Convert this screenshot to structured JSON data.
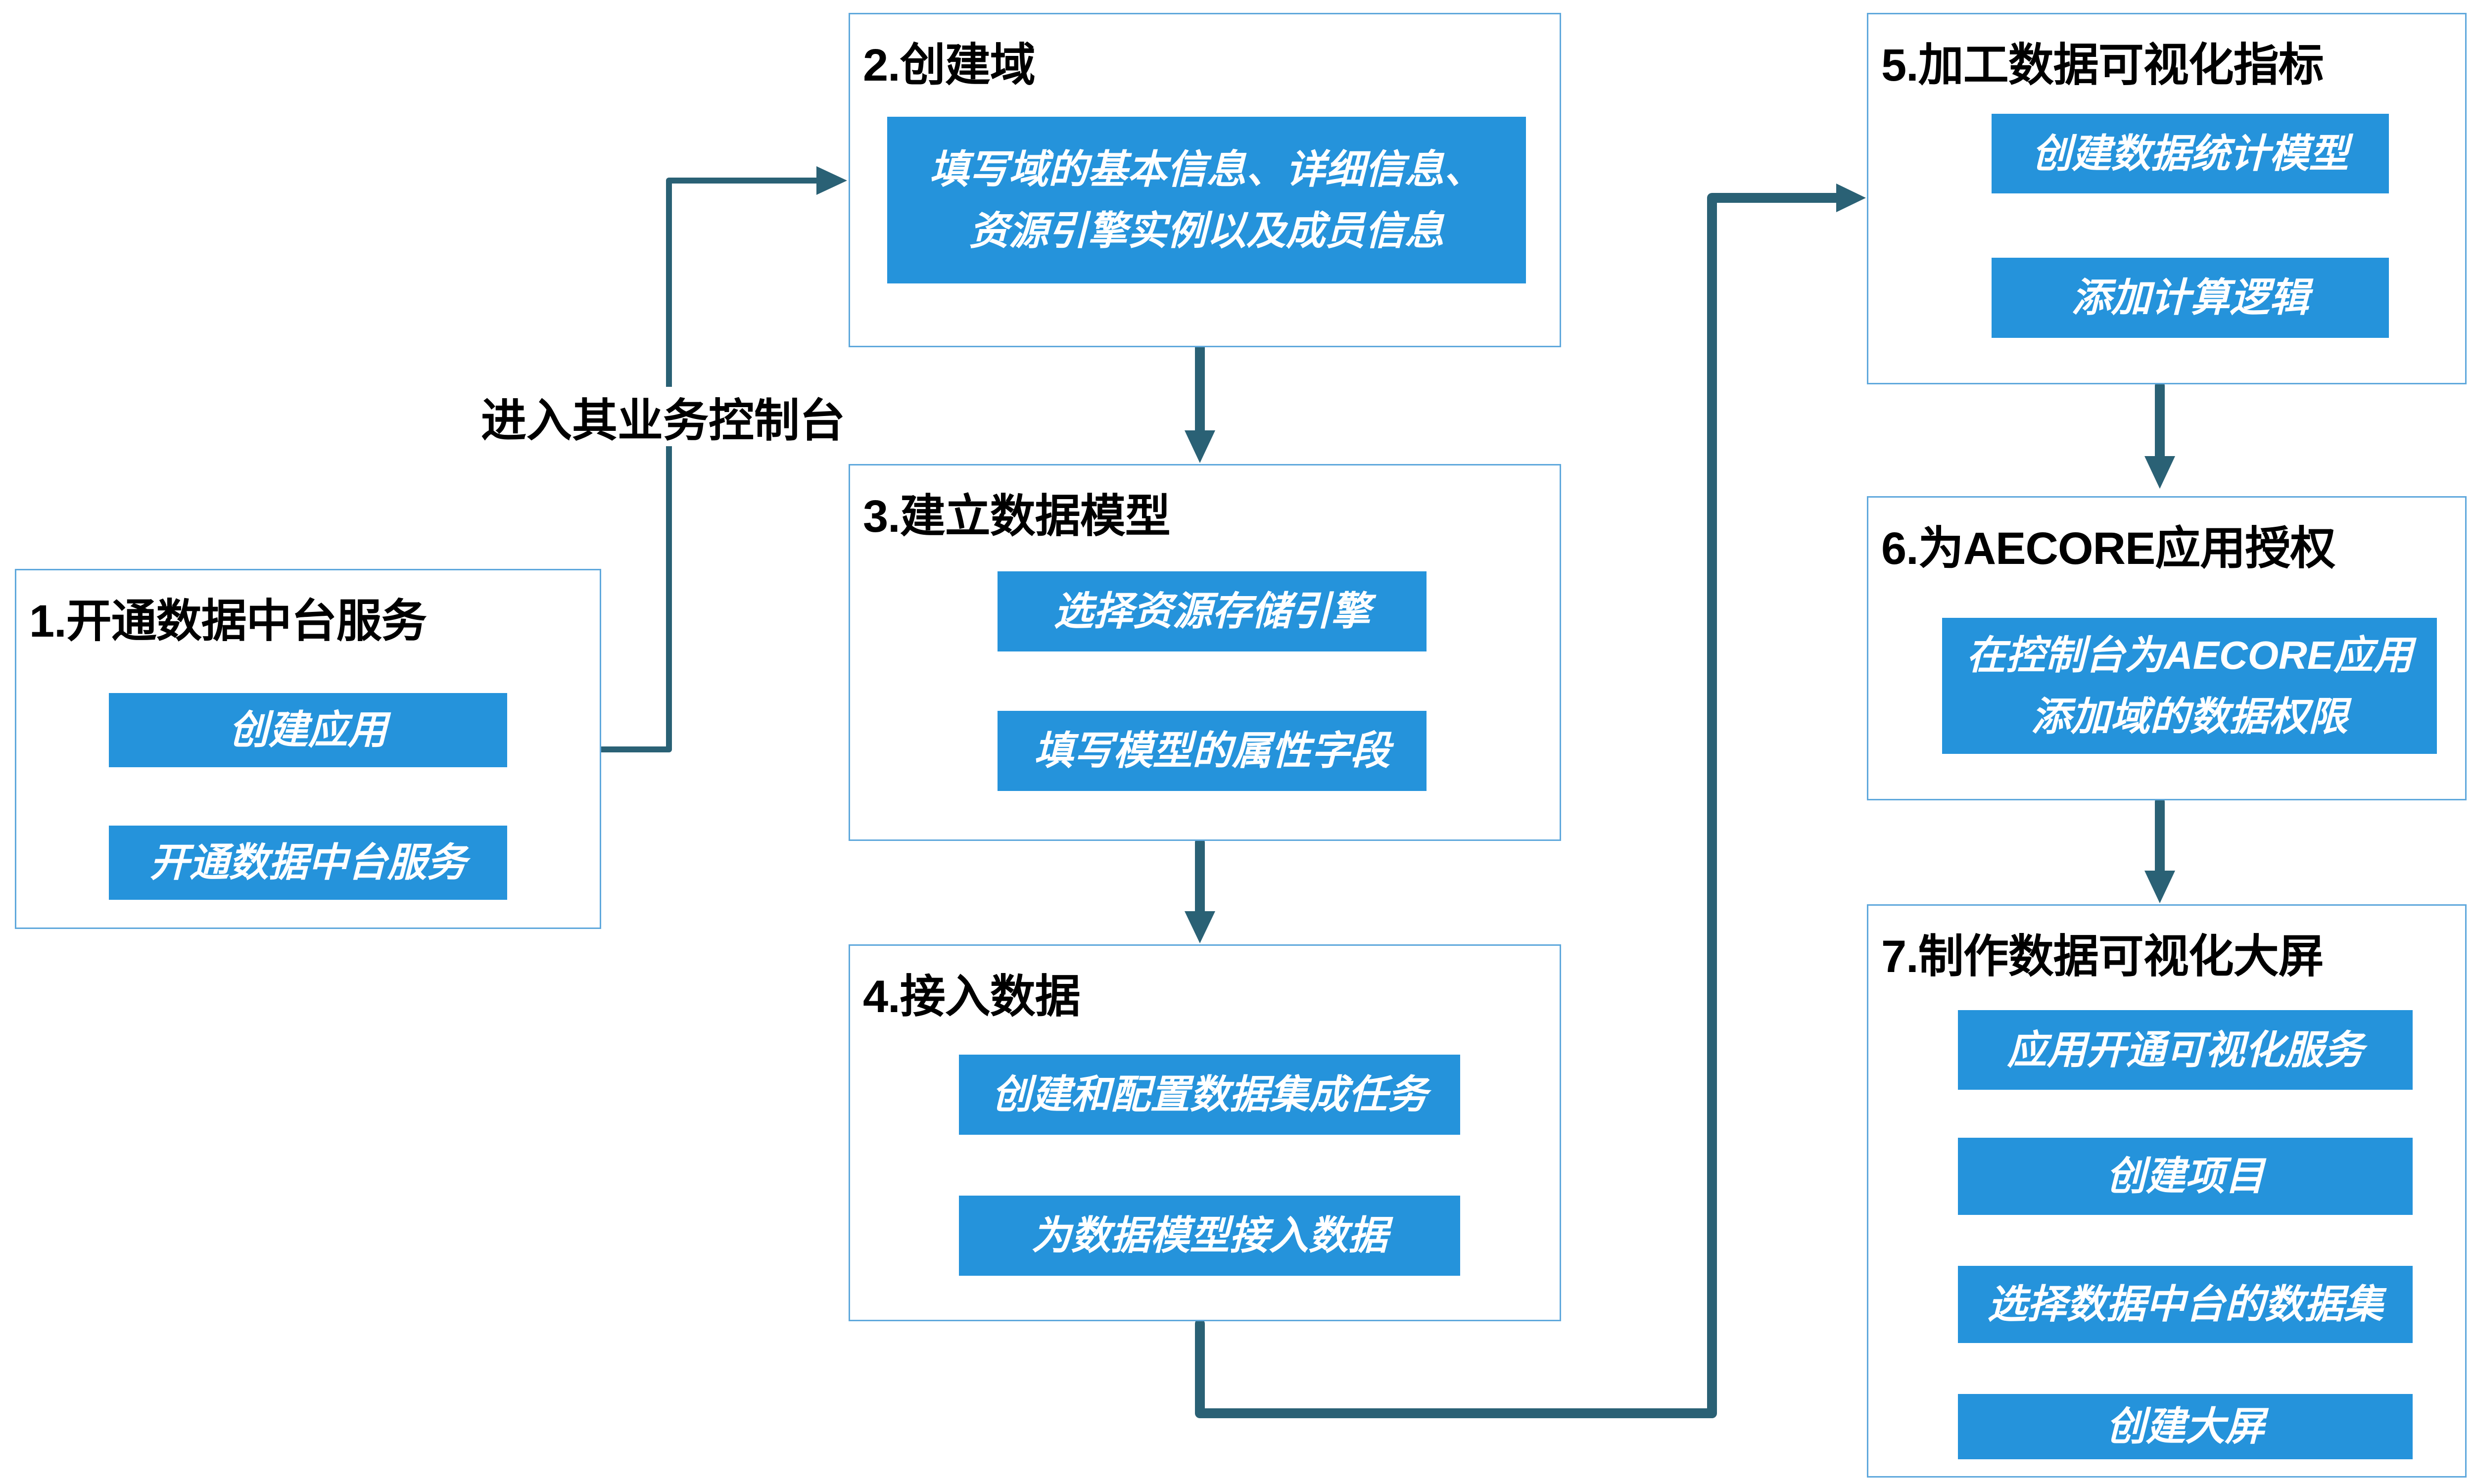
{
  "diagram": {
    "type": "flowchart",
    "connector_label_1_to_2": "进入其业务控制台",
    "colors": {
      "step_button_blue": "#2593DB",
      "connector_teal": "#2A6175",
      "container_border_blue": "#5FA8DC",
      "heading_text": "#000000",
      "button_text": "#FFFFFF",
      "inner_arrow_black": "#000000"
    },
    "sections": [
      {
        "title": "1.开通数据中台服务",
        "buttons": [
          [
            "创建应用"
          ],
          [
            "开通数据中台服务"
          ]
        ]
      },
      {
        "title": "2.创建域",
        "buttons": [
          [
            "填写域的基本信息、详细信息、",
            "资源引擎实例以及成员信息"
          ]
        ]
      },
      {
        "title": "3.建立数据模型",
        "buttons": [
          [
            "选择资源存储引擎"
          ],
          [
            "填写模型的属性字段"
          ]
        ]
      },
      {
        "title": "4.接入数据",
        "buttons": [
          [
            "创建和配置数据集成任务"
          ],
          [
            "为数据模型接入数据"
          ]
        ]
      },
      {
        "title": "5.加工数据可视化指标",
        "buttons": [
          [
            "创建数据统计模型"
          ],
          [
            "添加计算逻辑"
          ]
        ]
      },
      {
        "title": "6.为AECORE应用授权",
        "buttons": [
          [
            "在控制台为AECORE应用",
            "添加域的数据权限"
          ]
        ]
      },
      {
        "title": "7.制作数据可视化大屏",
        "buttons": [
          [
            "应用开通可视化服务"
          ],
          [
            "创建项目"
          ],
          [
            "选择数据中台的数据集"
          ],
          [
            "创建大屏"
          ]
        ]
      }
    ]
  }
}
